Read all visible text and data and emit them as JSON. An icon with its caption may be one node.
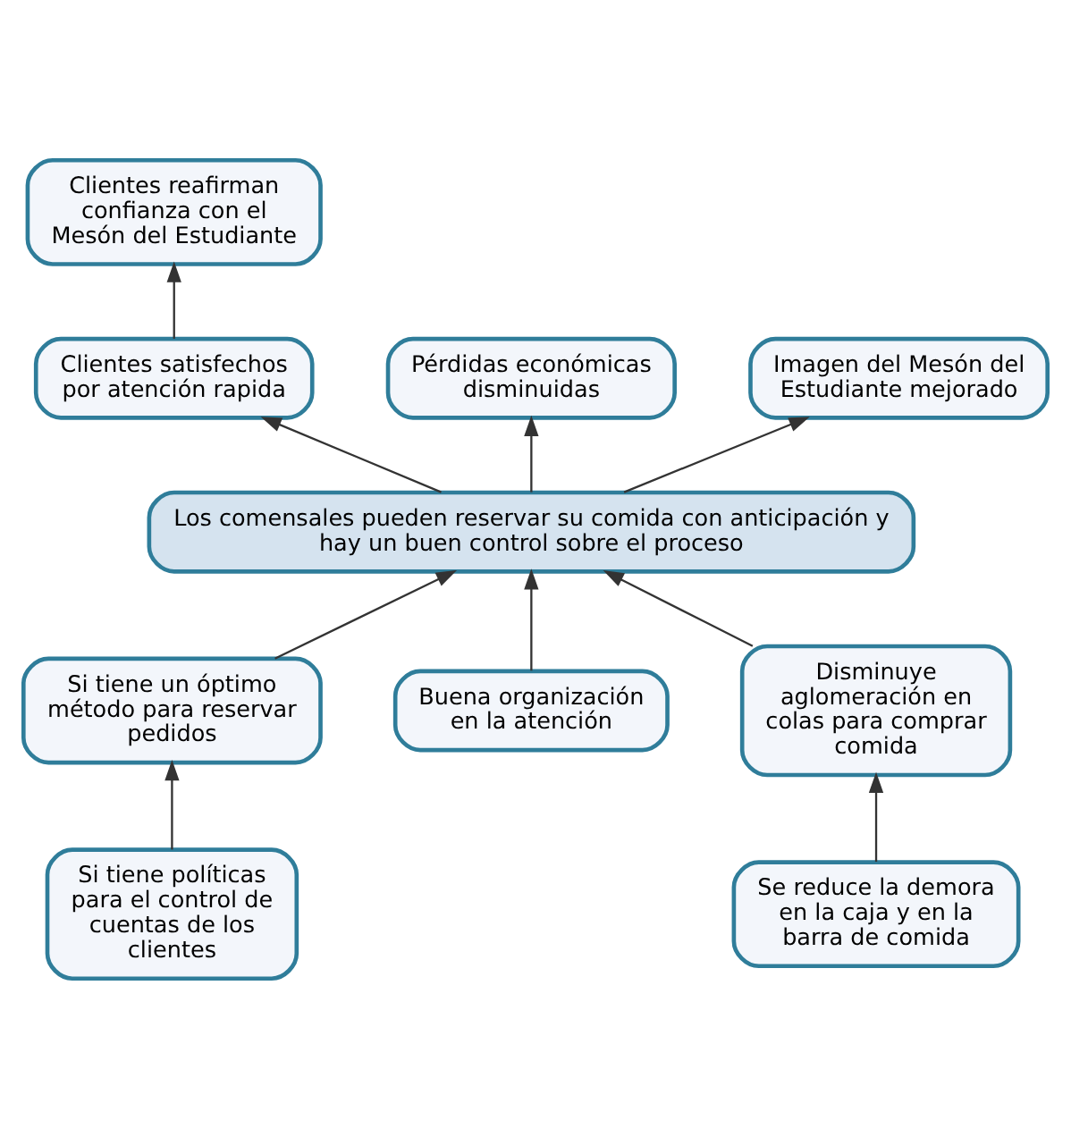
{
  "diagram": {
    "nodes": [
      {
        "text": [
          "Clientes reafirman confianza con el Mesón del Estudiante"
        ]
      },
      {
        "text": [
          "Clientes satisfechos por atención rapida"
        ]
      },
      {
        "text": [
          "Pérdidas económicas disminuidas"
        ]
      },
      {
        "text": [
          "Imagen del Mesón del Estudiante mejorado"
        ]
      },
      {
        "text": [
          "Los comensales pueden reservar su comida con anticipación y hay un buen control sobre el proceso"
        ]
      },
      {
        "text": [
          "Si tiene un óptimo método para reservar pedidos"
        ]
      },
      {
        "text": [
          "Buena organización en la atención"
        ]
      },
      {
        "text": [
          "Disminuye aglomeración en colas para comprar comida"
        ]
      },
      {
        "text": [
          "Si tiene políticas para el control de cuentas de los clientes"
        ]
      },
      {
        "text": [
          "Se reduce la demora en la caja y en la barra de comida"
        ]
      }
    ],
    "edges": [
      {
        "from": 1,
        "to": 0,
        "arrow": "to"
      },
      {
        "from": 4,
        "to": 1,
        "arrow": "to"
      },
      {
        "from": 4,
        "to": 2,
        "arrow": "to"
      },
      {
        "from": 4,
        "to": 3,
        "arrow": "to"
      },
      {
        "from": 5,
        "to": 4,
        "arrow": "to"
      },
      {
        "from": 6,
        "to": 4,
        "arrow": "to"
      },
      {
        "from": 7,
        "to": 4,
        "arrow": "to"
      },
      {
        "from": 8,
        "to": 5,
        "arrow": "to"
      },
      {
        "from": 9,
        "to": 7,
        "arrow": "to"
      }
    ]
  }
}
